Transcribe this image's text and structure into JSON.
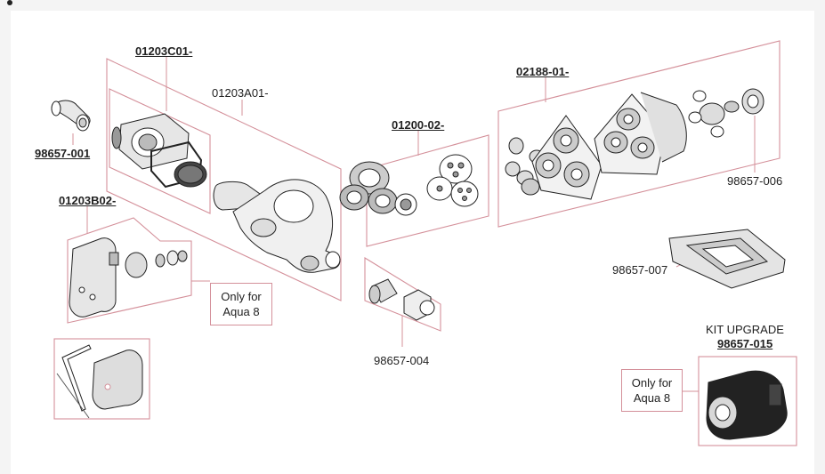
{
  "colors": {
    "frame": "#d4909a",
    "background": "#ffffff",
    "page": "#f4f4f4",
    "ink": "#222222"
  },
  "labels": {
    "kit_c01": "01203C01-",
    "housing": "01203A01-",
    "fitting_001": "98657-001",
    "kit_b02": "01203B02-",
    "kit_0102": "01200-02-",
    "kit_02188": "02188-01-",
    "part_006": "98657-006",
    "part_007": "98657-007",
    "part_004": "98657-004",
    "kit_upgrade_title": "KIT UPGRADE",
    "kit_upgrade_code": "98657-015"
  },
  "notes": {
    "aqua8_a": [
      "Only for",
      "Aqua 8"
    ],
    "aqua8_b": [
      "Only for",
      "Aqua 8"
    ]
  }
}
